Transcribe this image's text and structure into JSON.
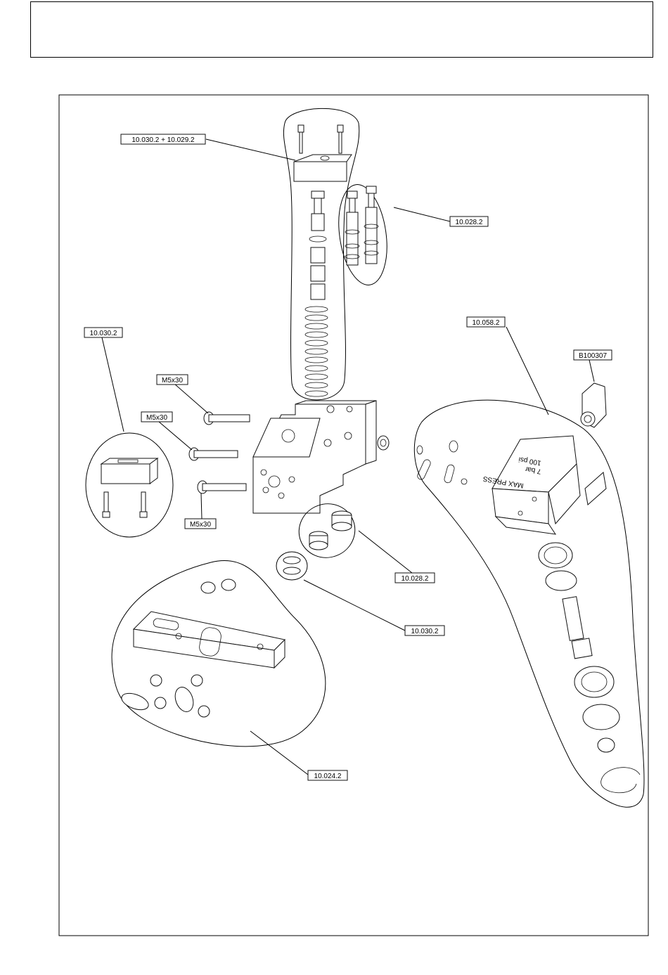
{
  "header": {
    "title": ""
  },
  "callouts": {
    "top_assembly": "10.030.2  +  10.029.2",
    "cartridge_group": "10.028.2",
    "left_group": "10.030.2",
    "bolt_1": "M5x30",
    "bolt_2": "M5x30",
    "bolt_3": "M5x30",
    "right_group": "10.058.2",
    "fitting": "B100307",
    "plug_group": "10.028.2",
    "seal_group": "10.030.2",
    "base_plate_group": "10.024.2"
  },
  "block_marking": {
    "line_1": "MAX PRESS",
    "line_2": "7 bar",
    "line_3": "100 psi"
  }
}
